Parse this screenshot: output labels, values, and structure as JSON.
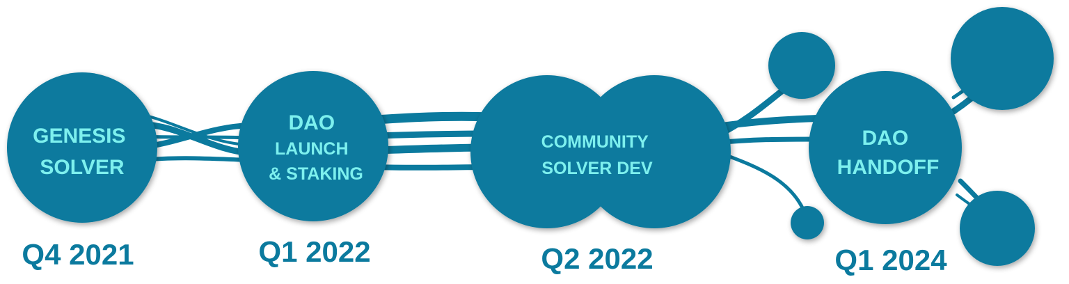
{
  "colors": {
    "node_fill": "#0b7a9e",
    "node_text": "#7df0ee",
    "date_text": "#0b7a9e",
    "background": "#ffffff"
  },
  "milestones": [
    {
      "id": "genesis",
      "lines": [
        "GENESIS",
        "SOLVER"
      ],
      "date": "Q4 2021"
    },
    {
      "id": "dao-launch",
      "lines": [
        "DAO",
        "LAUNCH",
        "& STAKING"
      ],
      "date": "Q1 2022"
    },
    {
      "id": "community",
      "lines": [
        "COMMUNITY",
        "SOLVER DEV"
      ],
      "date": "Q2 2022"
    },
    {
      "id": "handoff",
      "lines": [
        "DAO",
        "HANDOFF"
      ],
      "date": "Q1 2024"
    }
  ]
}
